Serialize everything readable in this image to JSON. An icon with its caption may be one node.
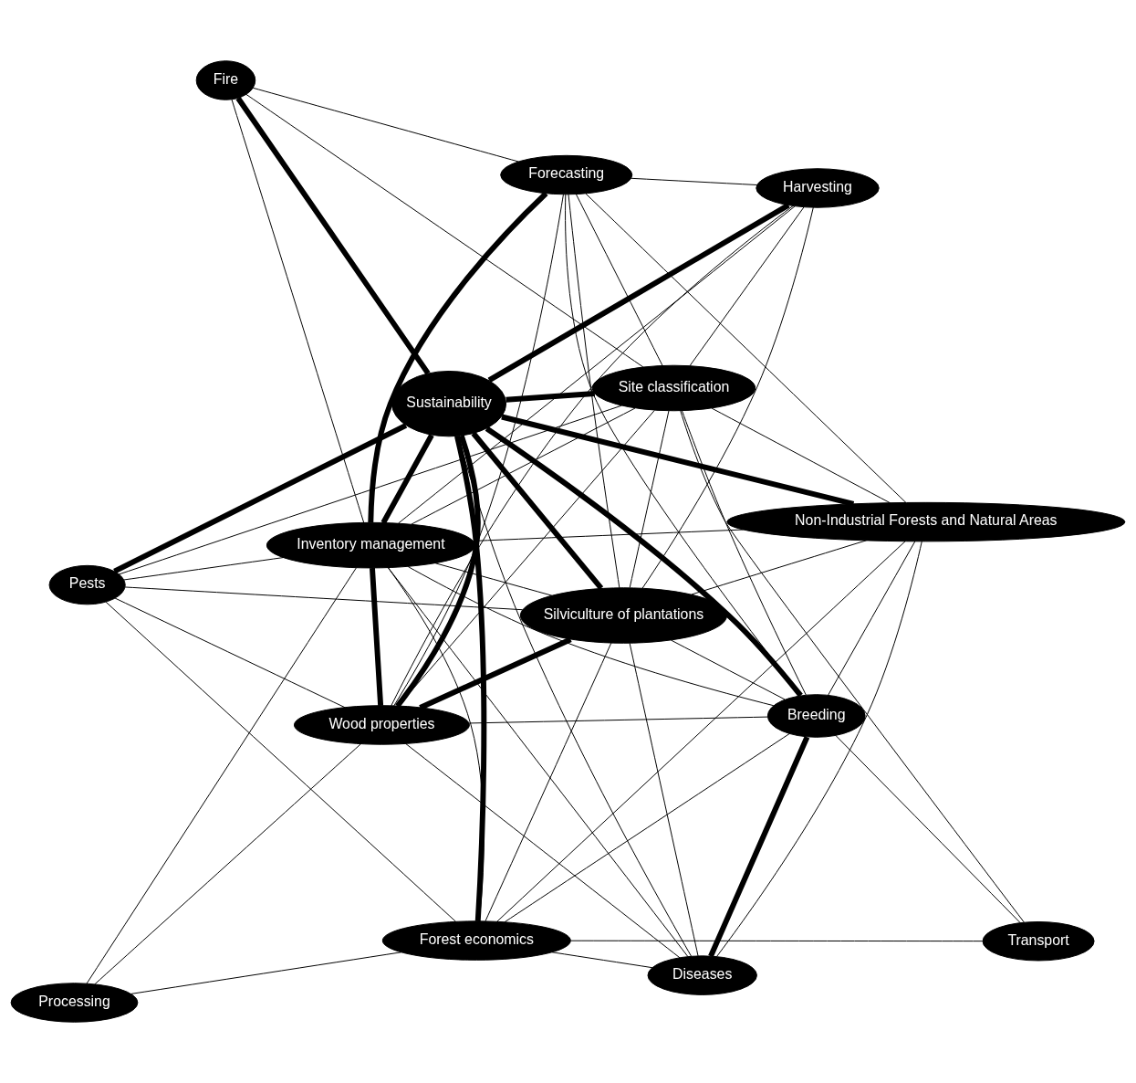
{
  "diagram": {
    "nodes": [
      {
        "text": [
          "Pests"
        ]
      },
      {
        "text": [
          "Transport"
        ]
      },
      {
        "text": [
          "Processing"
        ]
      },
      {
        "text": [
          "Forest economics"
        ]
      },
      {
        "text": [
          "Wood properties"
        ]
      },
      {
        "text": [
          "Fire"
        ]
      },
      {
        "text": [
          "Diseases"
        ]
      },
      {
        "text": [
          "Harvesting"
        ]
      },
      {
        "text": [
          "Sustainability"
        ]
      },
      {
        "text": [
          "Silviculture of plantations"
        ]
      },
      {
        "text": [
          "Breeding"
        ]
      },
      {
        "text": [
          "Inventory management"
        ]
      },
      {
        "text": [
          "Non-Industrial Forests and Natural Areas"
        ]
      },
      {
        "text": [
          "Site classification"
        ]
      },
      {
        "text": [
          "Forecasting"
        ]
      }
    ],
    "edges": [
      {
        "from": 9,
        "to": 8,
        "arrow": "none",
        "style": "thick"
      },
      {
        "from": 8,
        "to": 11,
        "arrow": "none",
        "style": "thick"
      },
      {
        "from": 8,
        "to": 13,
        "arrow": "none",
        "style": "thick"
      },
      {
        "from": 8,
        "to": 10,
        "arrow": "none",
        "style": "thick"
      },
      {
        "from": 11,
        "to": 14,
        "arrow": "none",
        "style": "thick"
      },
      {
        "from": 3,
        "to": 8,
        "arrow": "none",
        "style": "thick"
      },
      {
        "from": 4,
        "to": 9,
        "arrow": "none",
        "style": "thick"
      },
      {
        "from": 4,
        "to": 11,
        "arrow": "none",
        "style": "thick"
      },
      {
        "from": 4,
        "to": 8,
        "arrow": "none",
        "style": "thick"
      },
      {
        "from": 0,
        "to": 8,
        "arrow": "none",
        "style": "thick"
      },
      {
        "from": 8,
        "to": 5,
        "arrow": "none",
        "style": "thick"
      },
      {
        "from": 8,
        "to": 7,
        "arrow": "none",
        "style": "thick"
      },
      {
        "from": 12,
        "to": 8,
        "arrow": "none",
        "style": "thick"
      },
      {
        "from": 6,
        "to": 10,
        "arrow": "none",
        "style": "thick"
      },
      {
        "from": 0,
        "to": 3,
        "arrow": "none"
      },
      {
        "from": 0,
        "to": 9,
        "arrow": "none"
      },
      {
        "from": 0,
        "to": 11,
        "arrow": "none"
      },
      {
        "from": 0,
        "to": 13,
        "arrow": "none"
      },
      {
        "from": 0,
        "to": 4,
        "arrow": "none"
      },
      {
        "from": 1,
        "to": 3,
        "arrow": "none"
      },
      {
        "from": 1,
        "to": 13,
        "arrow": "none"
      },
      {
        "from": 1,
        "to": 10,
        "arrow": "none"
      },
      {
        "from": 2,
        "to": 3,
        "arrow": "none"
      },
      {
        "from": 2,
        "to": 4,
        "arrow": "none"
      },
      {
        "from": 2,
        "to": 11,
        "arrow": "none"
      },
      {
        "from": 3,
        "to": 9,
        "arrow": "none"
      },
      {
        "from": 3,
        "to": 11,
        "arrow": "none"
      },
      {
        "from": 3,
        "to": 12,
        "arrow": "none"
      },
      {
        "from": 3,
        "to": 10,
        "arrow": "none"
      },
      {
        "from": 3,
        "to": 6,
        "arrow": "none"
      },
      {
        "from": 4,
        "to": 7,
        "arrow": "none"
      },
      {
        "from": 4,
        "to": 10,
        "arrow": "none"
      },
      {
        "from": 4,
        "to": 13,
        "arrow": "none"
      },
      {
        "from": 4,
        "to": 14,
        "arrow": "none"
      },
      {
        "from": 6,
        "to": 9,
        "arrow": "none"
      },
      {
        "from": 6,
        "to": 11,
        "arrow": "none"
      },
      {
        "from": 6,
        "to": 12,
        "arrow": "none"
      },
      {
        "from": 6,
        "to": 8,
        "arrow": "none"
      },
      {
        "from": 6,
        "to": 4,
        "arrow": "none"
      },
      {
        "from": 5,
        "to": 13,
        "arrow": "none"
      },
      {
        "from": 5,
        "to": 14,
        "arrow": "none"
      },
      {
        "from": 5,
        "to": 11,
        "arrow": "none"
      },
      {
        "from": 7,
        "to": 9,
        "arrow": "none"
      },
      {
        "from": 7,
        "to": 13,
        "arrow": "none"
      },
      {
        "from": 7,
        "to": 14,
        "arrow": "none"
      },
      {
        "from": 7,
        "to": 11,
        "arrow": "none"
      },
      {
        "from": 9,
        "to": 11,
        "arrow": "none"
      },
      {
        "from": 9,
        "to": 12,
        "arrow": "none"
      },
      {
        "from": 9,
        "to": 13,
        "arrow": "none"
      },
      {
        "from": 9,
        "to": 14,
        "arrow": "none"
      },
      {
        "from": 9,
        "to": 10,
        "arrow": "none"
      },
      {
        "from": 10,
        "to": 11,
        "arrow": "none"
      },
      {
        "from": 10,
        "to": 13,
        "arrow": "none"
      },
      {
        "from": 10,
        "to": 14,
        "arrow": "none"
      },
      {
        "from": 10,
        "to": 12,
        "arrow": "none"
      },
      {
        "from": 11,
        "to": 12,
        "arrow": "none"
      },
      {
        "from": 11,
        "to": 13,
        "arrow": "none"
      },
      {
        "from": 12,
        "to": 13,
        "arrow": "none"
      },
      {
        "from": 12,
        "to": 14,
        "arrow": "none"
      },
      {
        "from": 13,
        "to": 14,
        "arrow": "none"
      }
    ]
  }
}
